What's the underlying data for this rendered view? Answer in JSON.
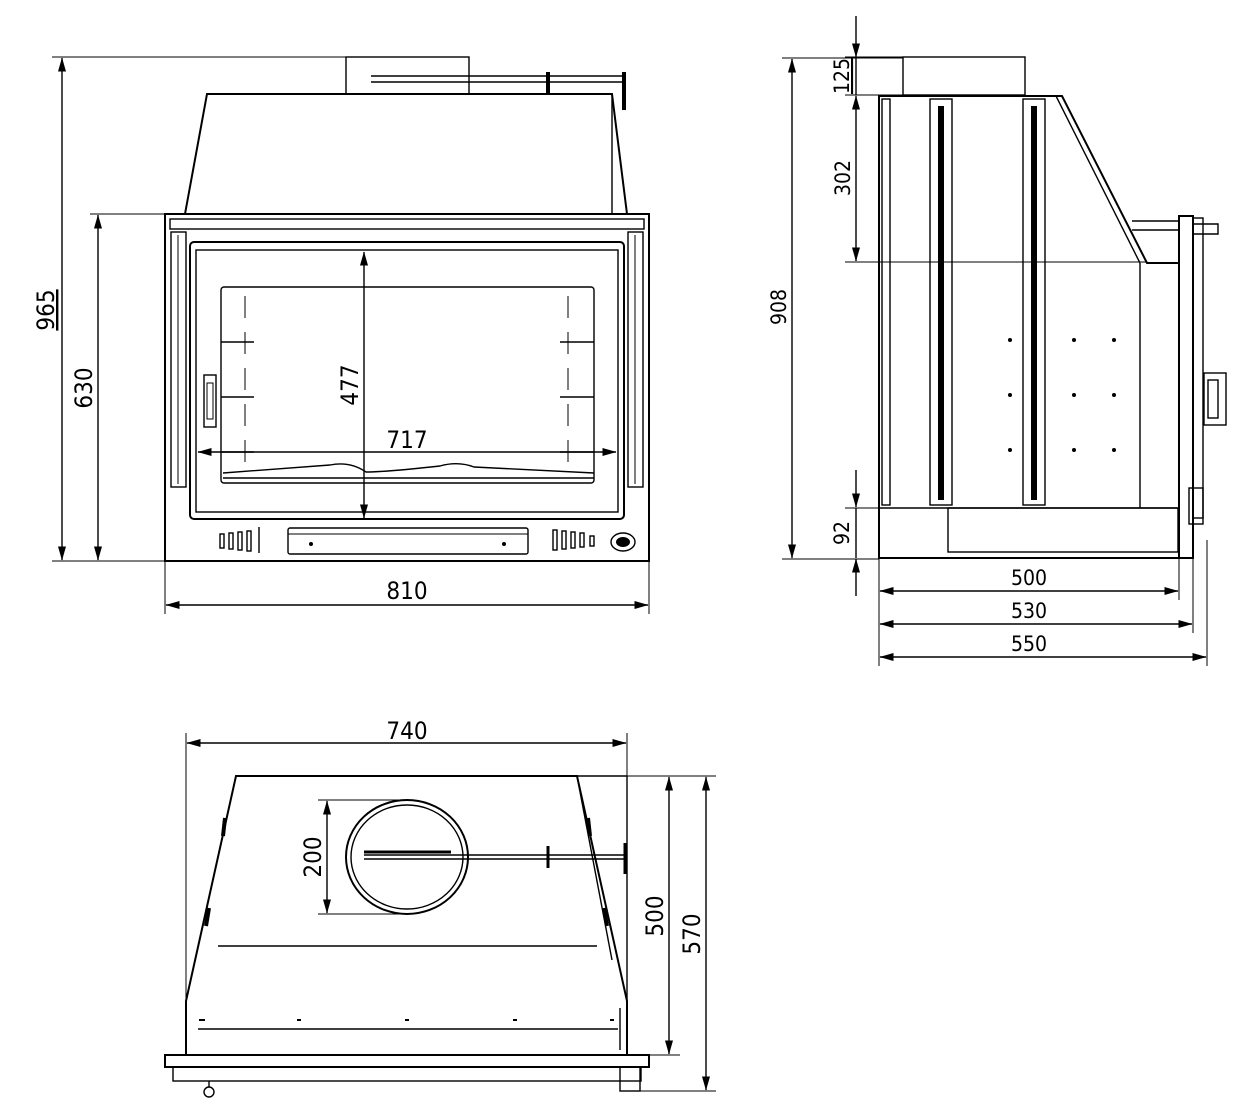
{
  "views": {
    "front": {
      "dims": {
        "total_height": "965",
        "body_height": "630",
        "glass_height": "477",
        "glass_width": "717",
        "total_width": "810"
      }
    },
    "side": {
      "dims": {
        "collar_height": "125",
        "hood_height": "302",
        "total_height": "908",
        "base_height": "92",
        "depth_body": "500",
        "depth_door": "530",
        "depth_total": "550"
      }
    },
    "top": {
      "dims": {
        "width": "740",
        "flue_diameter": "200",
        "depth_body": "500",
        "depth_total": "570"
      }
    }
  }
}
